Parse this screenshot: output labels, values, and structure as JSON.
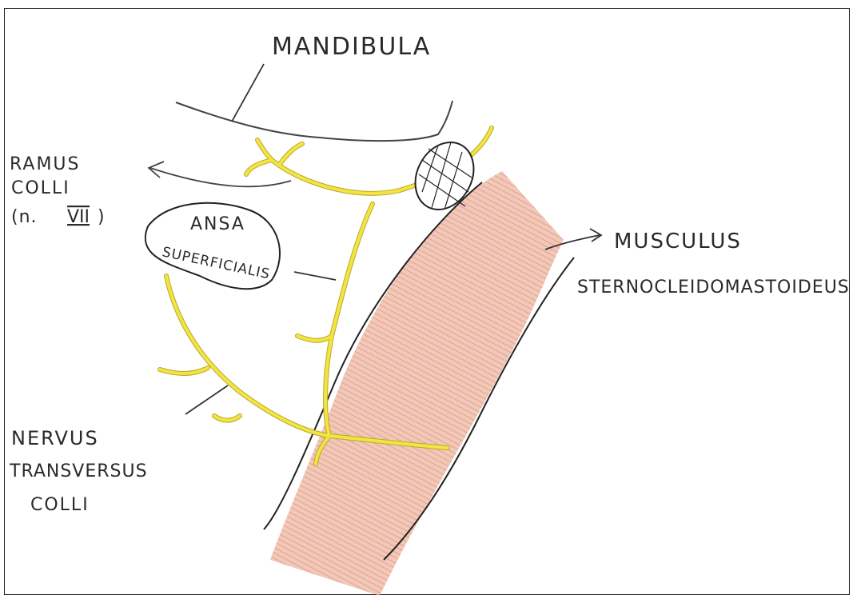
{
  "labels": {
    "mandibula": "MANDIBULA",
    "ramus_line1": "RAMUS",
    "ramus_line2": "COLLI",
    "ramus_line3_pre": "(n.",
    "ramus_line3_num": "VII",
    "ramus_line3_post": ")",
    "ansa_line1": "ANSA",
    "ansa_line2": "SUPERFICIALIS",
    "musculus_line1": "MUSCULUS",
    "musculus_line2": "STERNOCLEIDOMASTOIDEUS",
    "nervus_line1": "NERVUS",
    "nervus_line2": "TRANSVERSUS",
    "nervus_line3": "COLLI"
  },
  "colors": {
    "ink": "#2a2a2a",
    "nerve": "#f2e442",
    "nerve_edge": "#b9a92a",
    "muscle": "#e8a58e",
    "muscle_hatch": "#d9866c",
    "gland": "#2a2a2a"
  }
}
